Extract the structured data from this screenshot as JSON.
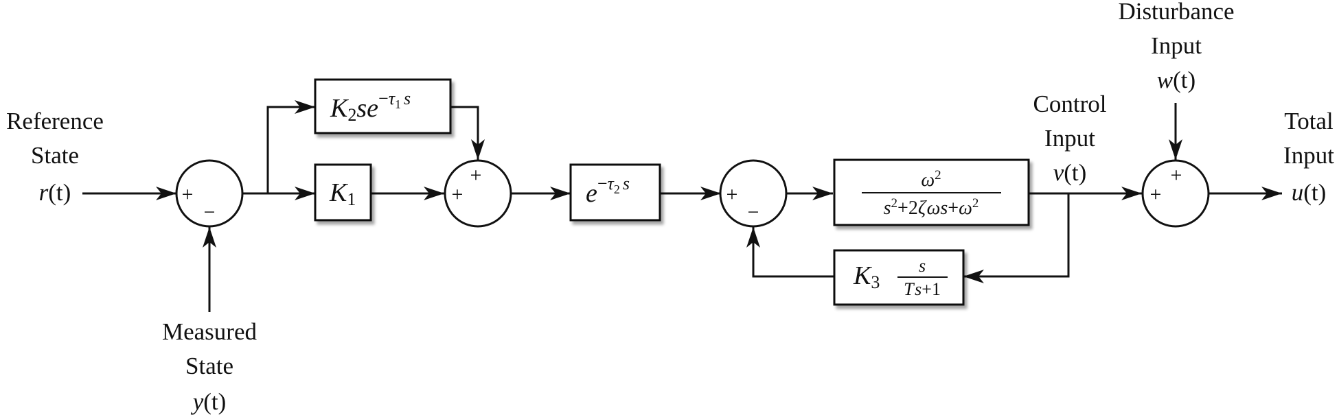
{
  "labels": {
    "reference": {
      "line1": "Reference",
      "line2": "State",
      "var": "r",
      "arg": "(t)"
    },
    "measured": {
      "line1": "Measured",
      "line2": "State",
      "var": "y",
      "arg": "(t)"
    },
    "control": {
      "line1": "Control",
      "line2": "Input",
      "var": "v",
      "arg": "(t)"
    },
    "disturbance": {
      "line1": "Disturbance",
      "line2": "Input",
      "var": "w",
      "arg": "(t)"
    },
    "total": {
      "line1": "Total",
      "line2": "Input",
      "var": "u",
      "arg": "(t)"
    }
  },
  "signs": {
    "plus": "+",
    "minus": "−"
  },
  "blocks": {
    "k2_delay": {
      "gain": "K",
      "gain_sub": "2",
      "s": "s",
      "e": "e",
      "exp_minus": "−",
      "exp_tau": "τ",
      "exp_tau_sub": "1",
      "exp_s": "s"
    },
    "k1": {
      "gain": "K",
      "gain_sub": "1"
    },
    "delay2": {
      "e": "e",
      "exp_minus": "−",
      "exp_tau": "τ",
      "exp_tau_sub": "2",
      "exp_s": "s"
    },
    "plant": {
      "num_omega": "ω",
      "num_sup": "2",
      "den_s": "s",
      "den_s_sup": "2",
      "den_plus1": "+",
      "den_coef": "2",
      "den_zeta": "ζ",
      "den_omega": "ω",
      "den_s2": "s",
      "den_plus2": "+",
      "den_omega2": "ω",
      "den_sup2": "2"
    },
    "k3_filter": {
      "gain": "K",
      "gain_sub": "3",
      "num": "s",
      "den_T": "T",
      "den_s": "s",
      "den_plus": "+",
      "den_one": "1"
    }
  }
}
